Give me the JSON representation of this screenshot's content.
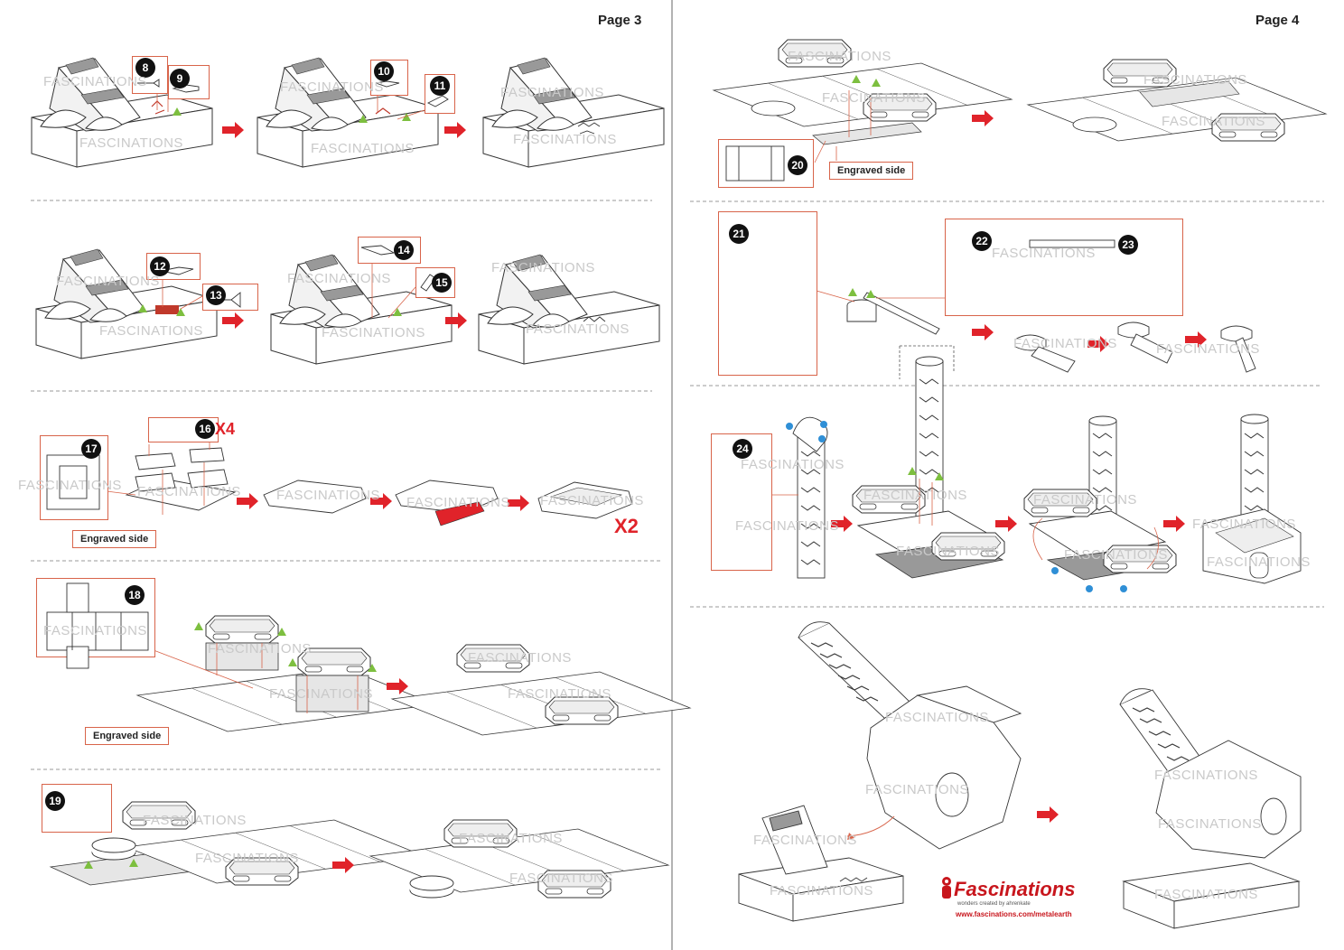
{
  "pages": {
    "left": {
      "label": "Page 3"
    },
    "right": {
      "label": "Page 4"
    }
  },
  "steps": [
    "8",
    "9",
    "10",
    "11",
    "12",
    "13",
    "14",
    "15",
    "16",
    "17",
    "18",
    "19",
    "20",
    "21",
    "22",
    "23",
    "24"
  ],
  "labels": {
    "engraved_side": "Engraved side"
  },
  "quantities": {
    "x4": "X4",
    "x2": "X2"
  },
  "watermark": "FASCINATIONS",
  "brand": {
    "name": "Fascinations",
    "tagline": "wonders created by ahrenkate",
    "url": "www.fascinations.com/metalearth"
  },
  "colors": {
    "callout_border": "#d8644a",
    "arrow_red": "#e0232a",
    "triangle_green": "#7dbf3f",
    "dot_blue": "#2f8fd6",
    "divider": "#9a9a9a"
  },
  "icons": [
    "right-arrow-icon",
    "green-triangle-icon",
    "blue-dot-icon"
  ]
}
